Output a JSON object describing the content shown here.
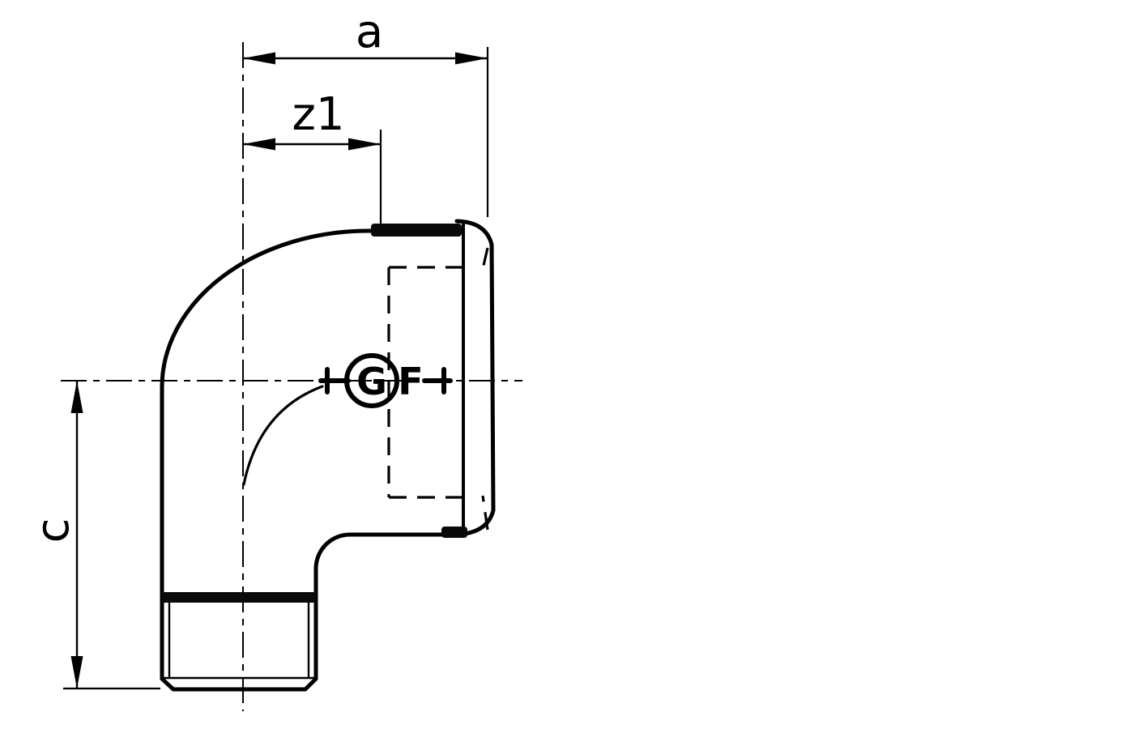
{
  "drawing": {
    "kind": "technical-line-drawing",
    "labels": {
      "dim_a": "a",
      "dim_z1": "z1",
      "dim_c": "c"
    },
    "logo": {
      "letter_g": "G",
      "letter_f": "F"
    },
    "colors": {
      "line": "#000000",
      "background": "#ffffff"
    }
  }
}
